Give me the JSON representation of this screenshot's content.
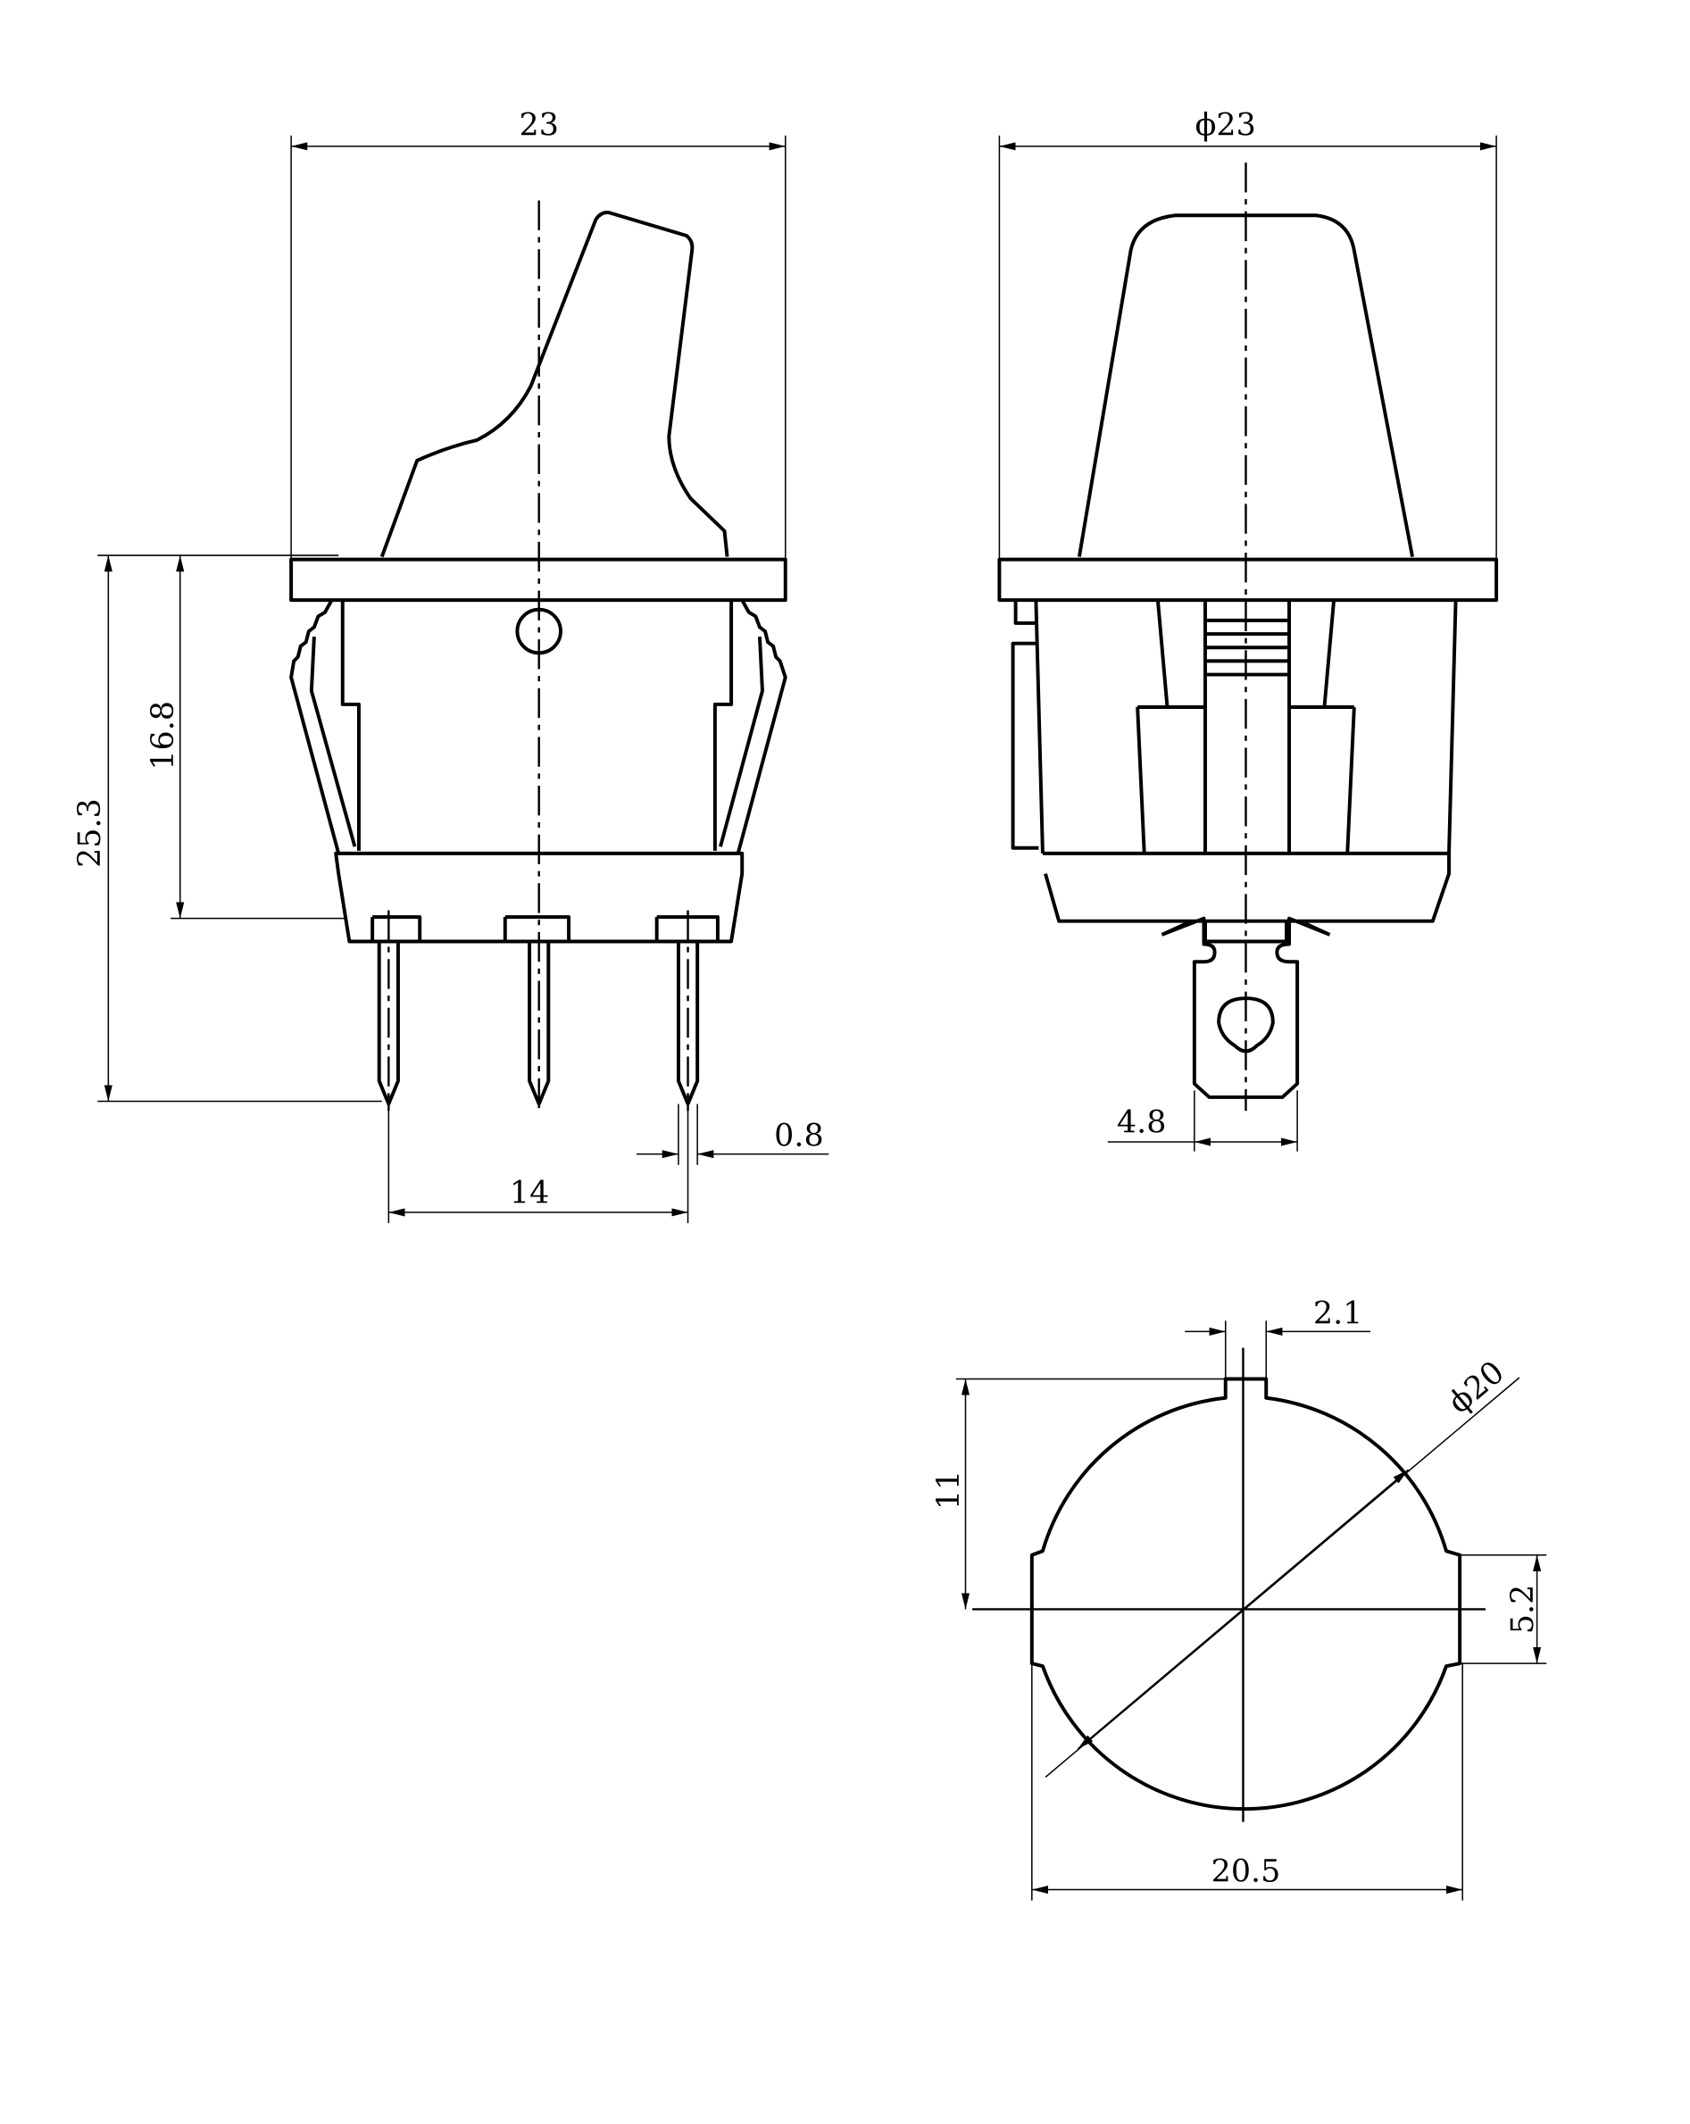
{
  "colors": {
    "line": "#000000",
    "background": "#ffffff"
  },
  "side_view": {
    "width_dim": "23",
    "total_height_dim": "25.3",
    "body_height_dim": "16.8",
    "pin_spacing_dim": "14",
    "pin_thickness_dim": "0.8"
  },
  "front_view": {
    "diameter_dim": "ϕ23",
    "terminal_width_dim": "4.8"
  },
  "panel_cutout": {
    "key_width_dim": "2.1",
    "diameter_dim": "ϕ20",
    "key_height_dim": "11",
    "flat_height_dim": "5.2",
    "flat_width_dim": "20.5"
  }
}
